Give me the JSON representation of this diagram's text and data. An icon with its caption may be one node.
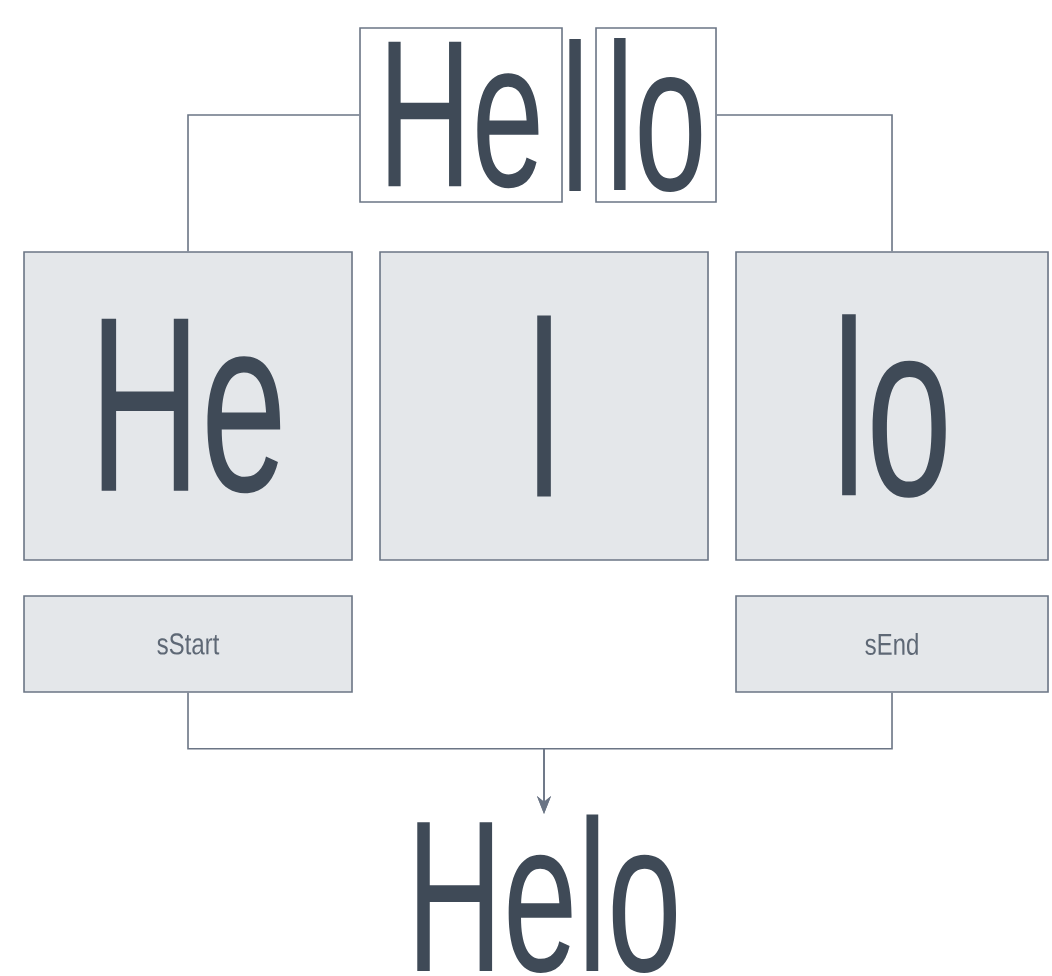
{
  "diagram": {
    "nodes": [
      {
        "text": [
          "He"
        ]
      },
      {
        "text": [
          "lo"
        ]
      },
      {
        "text": [
          "He"
        ]
      },
      {
        "text": [
          "l"
        ]
      },
      {
        "text": [
          "lo"
        ]
      },
      {
        "text": [
          "sStart"
        ]
      },
      {
        "text": [
          "sEnd"
        ]
      },
      {
        "text": [
          "Helo"
        ]
      }
    ],
    "edges": [
      {
        "from": 0,
        "to": 2,
        "arrow": "none"
      },
      {
        "from": 1,
        "to": 4,
        "arrow": "none"
      },
      {
        "from": 5,
        "to": 7,
        "arrow": "to"
      },
      {
        "from": 6,
        "to": 7,
        "arrow": "to"
      }
    ],
    "labels": [
      "l"
    ]
  }
}
